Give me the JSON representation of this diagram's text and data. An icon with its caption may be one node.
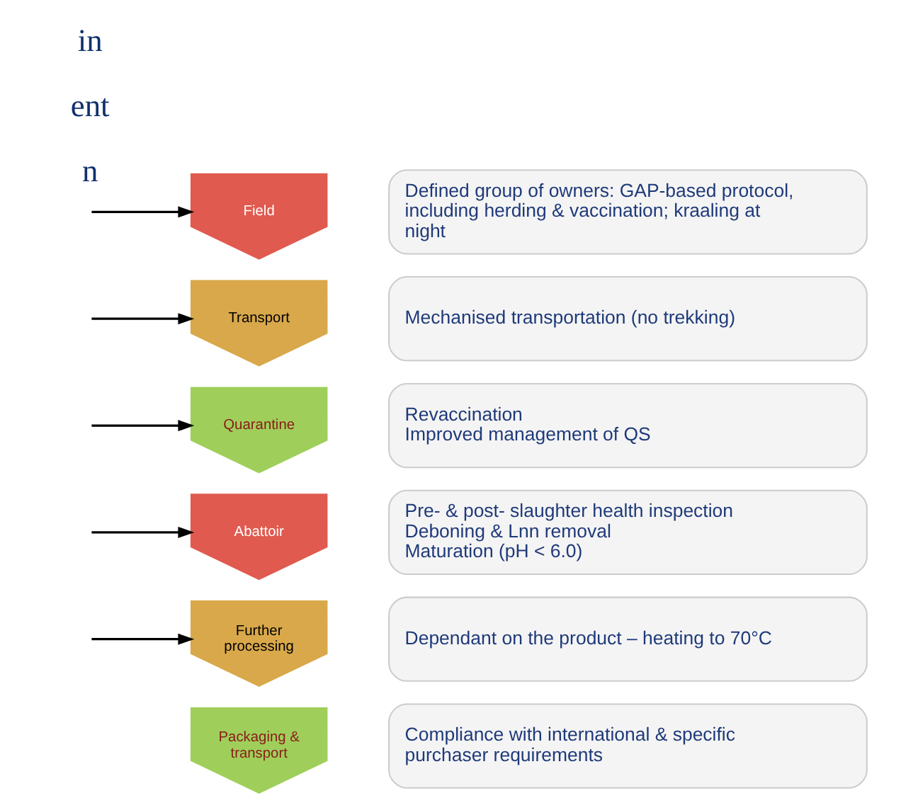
{
  "diagram": {
    "nodes": [
      {
        "text": [
          "Field"
        ]
      },
      {
        "text": [
          "Transport"
        ]
      },
      {
        "text": [
          "Quarantine"
        ]
      },
      {
        "text": [
          "Abattoir"
        ]
      },
      {
        "text": [
          "Further processing"
        ]
      },
      {
        "text": [
          "Packaging & transport"
        ]
      },
      {
        "text": [
          "Defined group of owners: GAP-based protocol, including herding & vaccination; kraaling at night"
        ]
      },
      {
        "text": [
          "Mechanised transportation (no trekking)"
        ]
      },
      {
        "text": [
          "Revaccination",
          "Improved management of QS"
        ]
      },
      {
        "text": [
          "Pre- & post- slaughter health inspection",
          "Deboning & Lnn removal",
          "Maturation (pH < 6.0)"
        ]
      },
      {
        "text": [
          "Dependant on the product – heating to 70°C"
        ]
      },
      {
        "text": [
          "Compliance with international & specific purchaser requirements"
        ]
      }
    ],
    "edges": [
      {
        "from": null,
        "to": 0,
        "arrow": "to"
      },
      {
        "from": null,
        "to": 1,
        "arrow": "to"
      },
      {
        "from": null,
        "to": 2,
        "arrow": "to"
      },
      {
        "from": null,
        "to": 3,
        "arrow": "to"
      },
      {
        "from": null,
        "to": 4,
        "arrow": "to"
      }
    ],
    "labels": [
      "in",
      "ent",
      "n"
    ]
  }
}
